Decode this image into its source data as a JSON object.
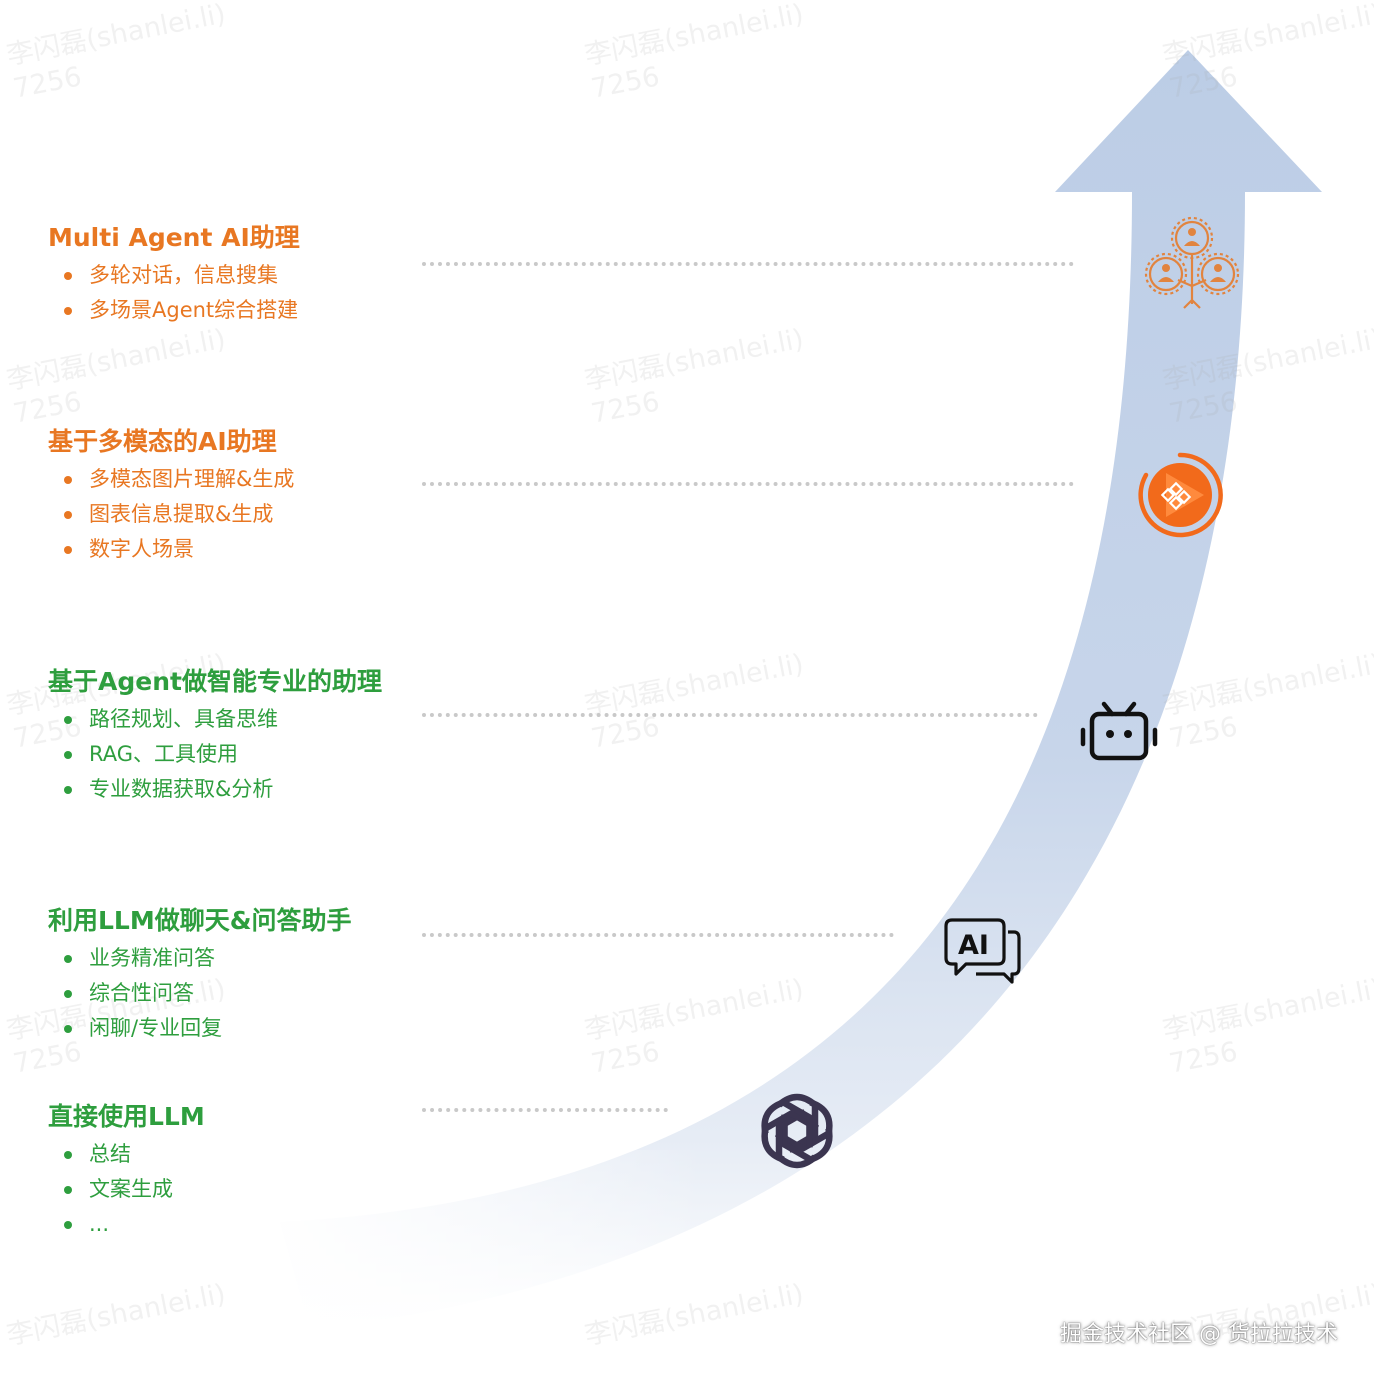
{
  "colors": {
    "orange": "#e87722",
    "green": "#2e9e3e",
    "arrow_top": "#bccde6",
    "arrow_bottom": "#ffffff",
    "icon_dark": "#3b3550"
  },
  "watermark": {
    "line1": "李闪磊(shanlei.li)",
    "line2": "7256"
  },
  "stages": [
    {
      "title": "Multi Agent AI助理",
      "color": "orange",
      "items": [
        "多轮对话，信息搜集",
        "多场景Agent综合搭建"
      ],
      "icon": "multi-agent-network-icon"
    },
    {
      "title": "基于多模态的AI助理",
      "color": "orange",
      "items": [
        "多模态图片理解&生成",
        "图表信息提取&生成",
        "数字人场景"
      ],
      "icon": "multimodal-play-icon"
    },
    {
      "title": "基于Agent做智能专业的助理",
      "color": "green",
      "items": [
        "路径规划、具备思维",
        "RAG、工具使用",
        "专业数据获取&分析"
      ],
      "icon": "robot-icon"
    },
    {
      "title": "利用LLM做聊天&问答助手",
      "color": "green",
      "items": [
        "业务精准问答",
        "综合性问答",
        "闲聊/专业回复"
      ],
      "icon": "ai-chat-bubbles-icon"
    },
    {
      "title": "直接使用LLM",
      "color": "green",
      "items": [
        "总结",
        "文案生成",
        "..."
      ],
      "icon": "openai-logo-icon"
    }
  ],
  "footer": {
    "text": "掘金技术社区 @ 货拉拉技术"
  }
}
